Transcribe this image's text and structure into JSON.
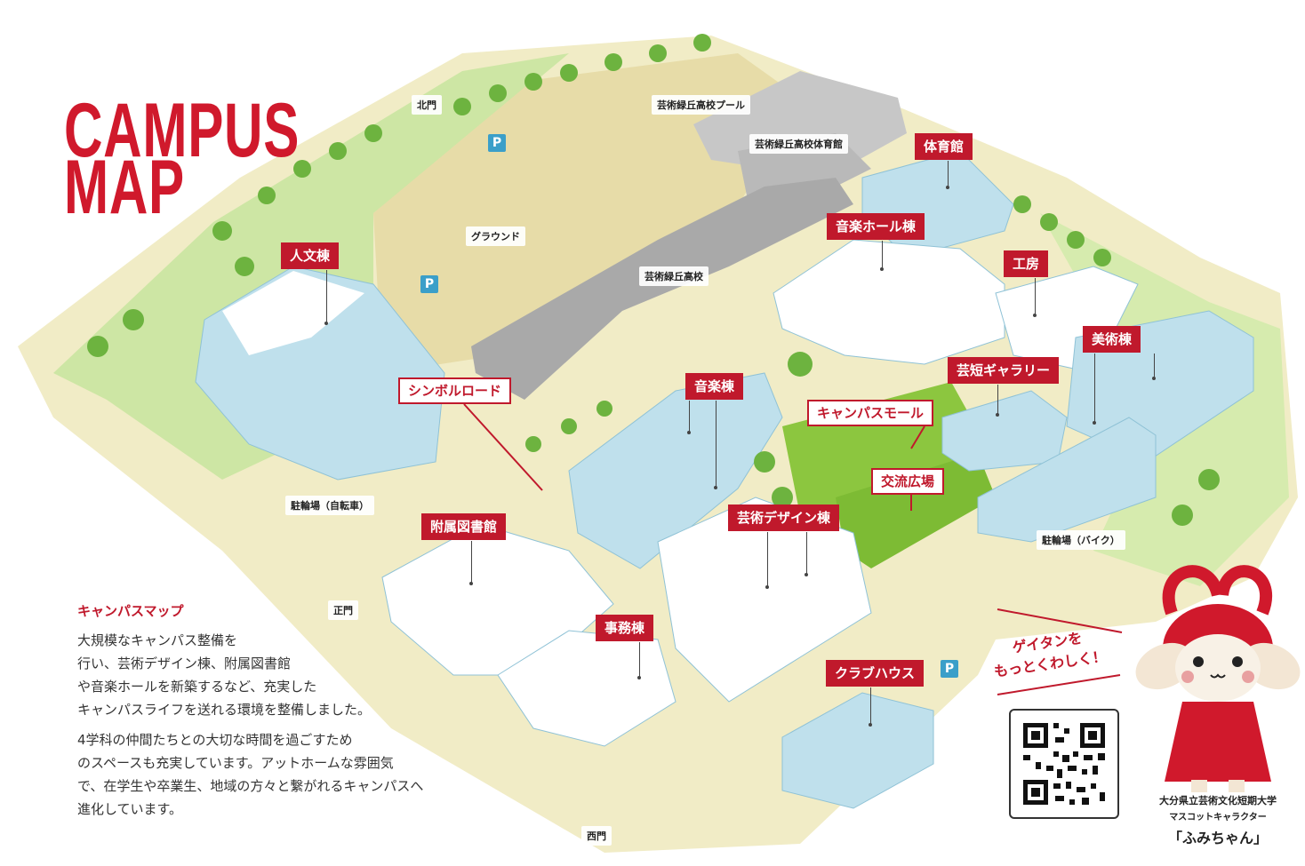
{
  "title": {
    "line1": "CAMPUS",
    "line2": "MAP"
  },
  "colors": {
    "accent": "#c0192c",
    "grass": "#8cc63f",
    "building": "#bfe0ec",
    "ground": "#e7dca8",
    "parking": "#3b9fc9"
  },
  "buildings": {
    "jinbun": "人文棟",
    "ongaku": "音楽棟",
    "design": "芸術デザイン棟",
    "library": "附属図書館",
    "jimu": "事務棟",
    "club": "クラブハウス",
    "gym": "体育館",
    "hall": "音楽ホール棟",
    "kobo": "工房",
    "bijutsu": "美術棟",
    "gallery": "芸短ギャラリー"
  },
  "places": {
    "symbol_road": "シンボルロード",
    "mall": "キャンパスモール",
    "hiroba": "交流広場"
  },
  "landmarks": {
    "north_gate": "北門",
    "main_gate": "正門",
    "west_gate": "西門",
    "ground": "グラウンド",
    "hs_pool": "芸術緑丘高校プール",
    "hs_gym": "芸術緑丘高校体育館",
    "hs": "芸術緑丘高校",
    "bike_parking": "駐輪場（自転車）",
    "moto_parking": "駐輪場（バイク）"
  },
  "parking_symbol": "P",
  "description": {
    "heading": "キャンパスマップ",
    "p1_lines": [
      "大規模なキャンパス整備を",
      "行い、芸術デザイン棟、附属図書館",
      "や音楽ホールを新築するなど、充実した",
      "キャンパスライフを送れる環境を整備しました。"
    ],
    "p2_lines": [
      "4学科の仲間たちとの大切な時間を過ごすため",
      "のスペースも充実しています。アットホームな雰囲気",
      "で、在学生や卒業生、地域の方々と繋がれるキャンパスへ",
      "進化しています。"
    ]
  },
  "mascot": {
    "callout_line1": "ゲイタンを",
    "callout_line2": "もっとくわしく！",
    "caption_univ": "大分県立芸術文化短期大学",
    "caption_role": "マスコットキャラクター",
    "caption_name": "「ふみちゃん」"
  }
}
